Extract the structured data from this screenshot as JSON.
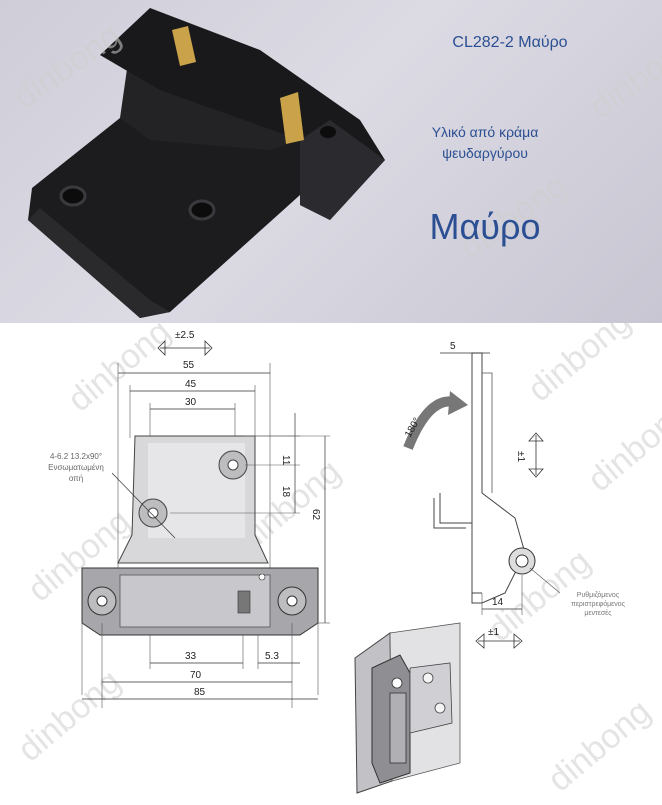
{
  "product": {
    "code_label": "CL282-2 Μαύρο",
    "material_line1": "Υλικό από κράμα",
    "material_line2": "ψευδαργύρου",
    "color_label": "Μαύρο"
  },
  "watermark": "dinbong",
  "drawing": {
    "dims_front": {
      "tolerance_top": "±2.5",
      "d55": "55",
      "d45": "45",
      "d30": "30",
      "d11": "11",
      "d18": "18",
      "d62": "62",
      "d33": "33",
      "d5_3": "5.3",
      "d70": "70",
      "d85": "85"
    },
    "hole_note_line1": "4-6.2 13.2x90°",
    "hole_note_line2": "Ενσωματωμένη",
    "hole_note_line3": "οπή",
    "dims_side": {
      "d5": "5",
      "rotation": "180°",
      "vertical_tol": "±1",
      "d14": "14",
      "horizontal_tol": "±1"
    },
    "pivot_note_line1": "Ρυθμιζόμενος",
    "pivot_note_line2": "περιστρεφόμενος",
    "pivot_note_line3": "μεντεσές"
  },
  "colors": {
    "label_blue": "#2b4f93",
    "hinge_black": "#1b1b1d",
    "brass": "#c9a24a"
  }
}
